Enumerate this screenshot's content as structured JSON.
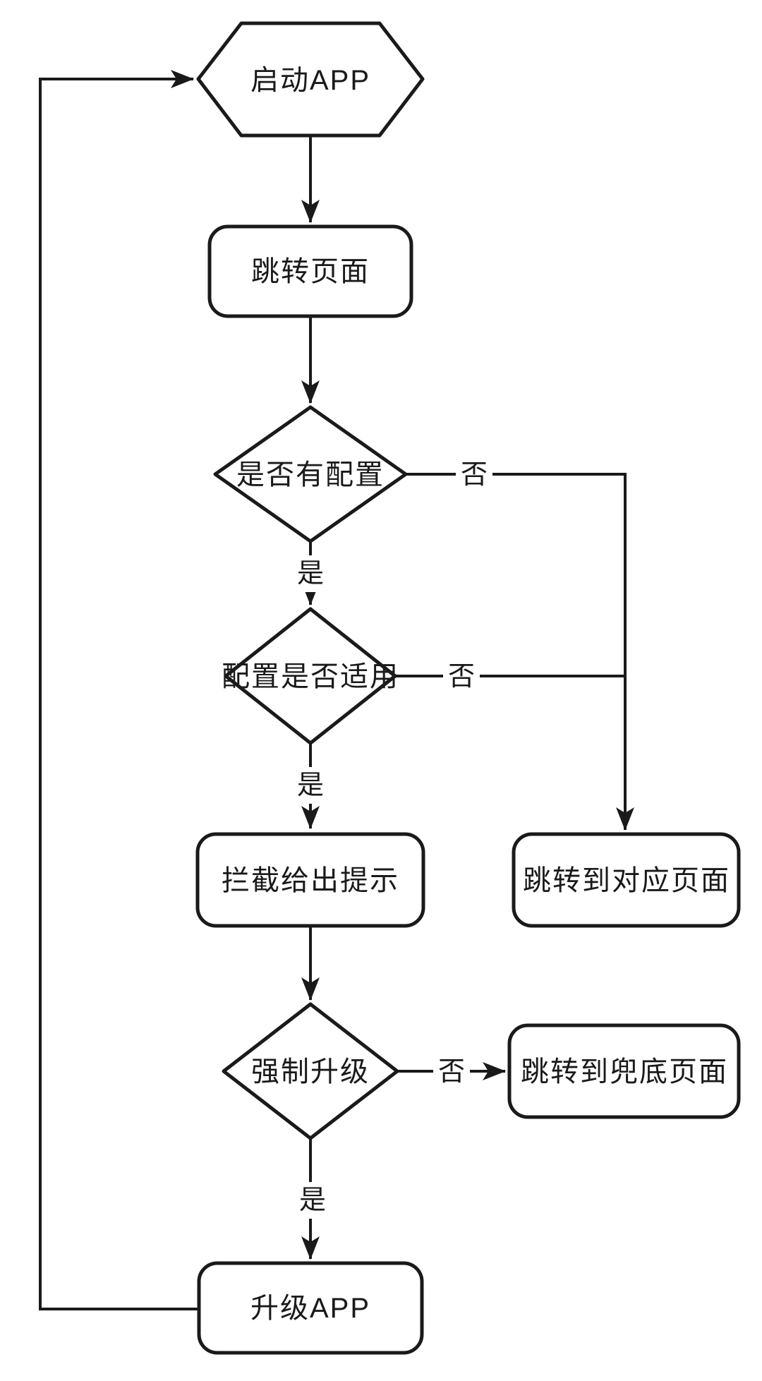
{
  "colors": {
    "stroke": "#1a1a1a",
    "text": "#1a1a1a",
    "background": "#ffffff"
  },
  "flowchart": {
    "nodes": [
      {
        "id": "start-app",
        "type": "hexagon",
        "label": "启动APP"
      },
      {
        "id": "jump-page",
        "type": "rounded-rect",
        "label": "跳转页面"
      },
      {
        "id": "has-config",
        "type": "decision",
        "label": "是否有配置"
      },
      {
        "id": "config-applicable",
        "type": "decision",
        "label": "配置是否适用"
      },
      {
        "id": "intercept-prompt",
        "type": "rounded-rect",
        "label": "拦截给出提示"
      },
      {
        "id": "jump-to-target-page",
        "type": "rounded-rect",
        "label": "跳转到对应页面"
      },
      {
        "id": "force-upgrade",
        "type": "decision",
        "label": "强制升级"
      },
      {
        "id": "jump-to-fallback-page",
        "type": "rounded-rect",
        "label": "跳转到兜底页面"
      },
      {
        "id": "upgrade-app",
        "type": "rounded-rect",
        "label": "升级APP"
      }
    ],
    "edges": [
      {
        "from": "start-app",
        "to": "jump-page",
        "label": ""
      },
      {
        "from": "jump-page",
        "to": "has-config",
        "label": ""
      },
      {
        "from": "has-config",
        "to": "config-applicable",
        "label": "是"
      },
      {
        "from": "has-config",
        "to": "jump-to-target-page",
        "label": "否"
      },
      {
        "from": "config-applicable",
        "to": "intercept-prompt",
        "label": "是"
      },
      {
        "from": "config-applicable",
        "to": "jump-to-target-page",
        "label": "否"
      },
      {
        "from": "intercept-prompt",
        "to": "force-upgrade",
        "label": ""
      },
      {
        "from": "force-upgrade",
        "to": "jump-to-fallback-page",
        "label": "否"
      },
      {
        "from": "force-upgrade",
        "to": "upgrade-app",
        "label": "是"
      },
      {
        "from": "upgrade-app",
        "to": "start-app",
        "label": ""
      }
    ]
  }
}
